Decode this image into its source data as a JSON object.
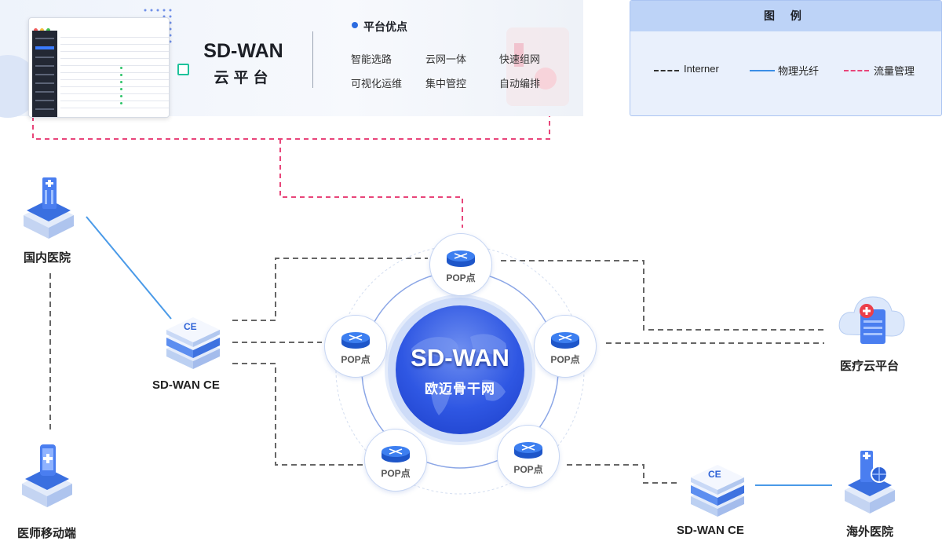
{
  "platform": {
    "title": "SD-WAN",
    "subtitle": "云平台",
    "advantages_title": "平台优点",
    "features": [
      "智能选路",
      "云网一体",
      "快速组网",
      "可视化运维",
      "集中管控",
      "自动编排"
    ]
  },
  "legend": {
    "title": "图 例",
    "items": [
      {
        "label": "Interner",
        "style": "dashed",
        "color": "#333333"
      },
      {
        "label": "物理光纤",
        "style": "solid",
        "color": "#3a8ee6"
      },
      {
        "label": "流量管理",
        "style": "dashed",
        "color": "#e8457a"
      }
    ]
  },
  "nodes": {
    "domestic_hospital": "国内医院",
    "mobile_doctor": "医师移动端",
    "ce_left": "SD-WAN CE",
    "ce_right": "SD-WAN CE",
    "medical_cloud": "医疗云平台",
    "overseas_hospital": "海外医院",
    "pop_label": "POP点",
    "ce_badge": "CE"
  },
  "core": {
    "title": "SD-WAN",
    "subtitle": "欧迈骨干网"
  },
  "colors": {
    "internet": "#555555",
    "fiber": "#3a8ee6",
    "traffic": "#e8457a",
    "core": "#2f57e3"
  }
}
